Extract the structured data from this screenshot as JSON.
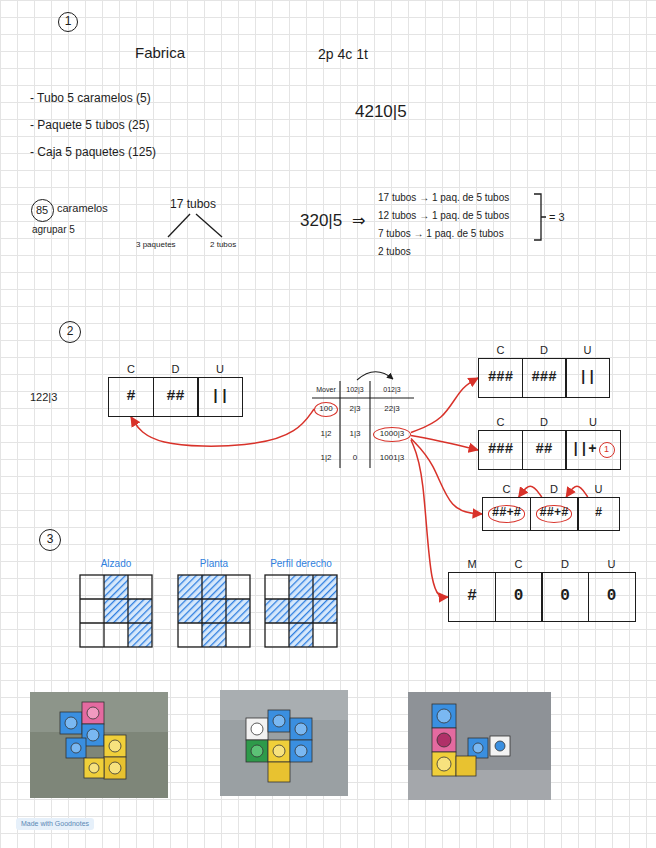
{
  "diagram": {
    "nodes": [
      {
        "text": [
          "1"
        ]
      },
      {
        "text": [
          "85"
        ]
      },
      {
        "text": [
          "2"
        ]
      },
      {
        "text": [
          "C",
          "#"
        ]
      },
      {
        "text": [
          "D",
          "##"
        ]
      },
      {
        "text": [
          "U",
          "||"
        ]
      },
      {
        "text": [
          "100"
        ]
      },
      {
        "text": [
          "1000|3"
        ]
      },
      {
        "text": [
          "C",
          "###"
        ]
      },
      {
        "text": [
          "D",
          "###"
        ]
      },
      {
        "text": [
          "U",
          "||"
        ]
      },
      {
        "text": [
          "C",
          "###"
        ]
      },
      {
        "text": [
          "D",
          "##"
        ]
      },
      {
        "text": [
          "U",
          "||+"
        ]
      },
      {
        "text": [
          "1"
        ],
        "in": 13
      },
      {
        "text": [
          "C",
          "##+#"
        ]
      },
      {
        "text": [
          "D",
          "##+#"
        ]
      },
      {
        "text": [
          "U",
          "#"
        ]
      },
      {
        "text": [
          "M",
          "#"
        ]
      },
      {
        "text": [
          "C",
          "0"
        ]
      },
      {
        "text": [
          "D",
          "0"
        ]
      },
      {
        "text": [
          "U",
          "0"
        ]
      },
      {
        "text": [
          "3"
        ]
      }
    ],
    "edges": [
      {
        "from": 6,
        "to": 3,
        "arrow": "to"
      },
      {
        "from": 7,
        "to": 8,
        "arrow": "to"
      },
      {
        "from": 7,
        "to": 11,
        "arrow": "to"
      },
      {
        "from": 7,
        "to": 15,
        "arrow": "to"
      },
      {
        "from": 7,
        "to": 18,
        "arrow": "to"
      },
      {
        "from": 16,
        "to": 15,
        "arrow": "to"
      },
      {
        "from": 17,
        "to": 16,
        "arrow": "to"
      }
    ],
    "labels": [
      "Fabrica",
      "2p 4c 1t",
      "- Tubo 5 caramelos (5)",
      "- Paquete 5 tubos (25)",
      "- Caja 5 paquetes (125)",
      "4210|5",
      "caramelos",
      "agrupar 5",
      "17 tubos",
      "3 paquetes",
      "2 tubos",
      "320|5",
      "⇒",
      "17 tubos → 1 paq. de 5 tubos",
      "12 tubos → 1 paq. de 5 tubos",
      "7 tubos → 1 paq. de 5 tubos",
      "2 tubos",
      "= 3",
      "122|3",
      "Mover",
      "102|3",
      "012|3",
      "2|3",
      "22|3",
      "1|2",
      "1|3",
      "1|2",
      "0",
      "1001|3",
      "Alzado",
      "Planta",
      "Perfil derecho",
      "Made with Goodnotes"
    ]
  }
}
